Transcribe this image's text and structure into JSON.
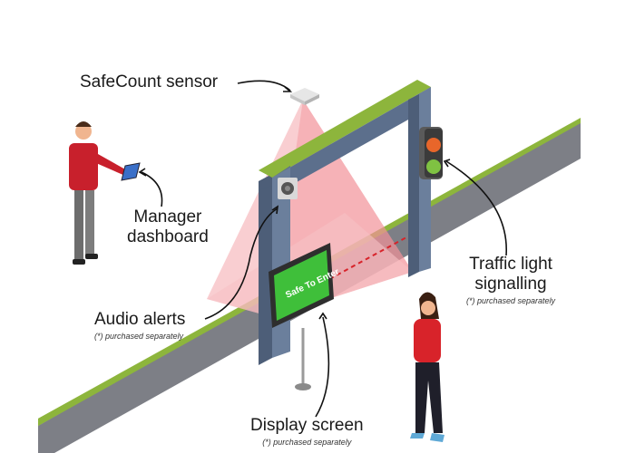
{
  "callouts": {
    "sensor": {
      "label": "SafeCount sensor"
    },
    "manager": {
      "line1": "Manager",
      "line2": "dashboard"
    },
    "audio": {
      "label": "Audio alerts",
      "note": "(*) purchased separately"
    },
    "traffic": {
      "line1": "Traffic light",
      "line2": "signalling",
      "note": "(*) purchased separately"
    },
    "display": {
      "label": "Display screen",
      "note": "(*) purchased separately"
    }
  },
  "screen": {
    "text": "Safe To Enter"
  },
  "colors": {
    "wall_top": "#8db53c",
    "wall_side": "#7d7f86",
    "frame": "#5c6f8c",
    "sensor_cone": "#f4a6ab",
    "screen_green": "#3fbf3a",
    "traffic_red": "#e8662a",
    "traffic_green": "#7fc242",
    "beam": "#d8232a",
    "shirt": "#c8202c"
  }
}
